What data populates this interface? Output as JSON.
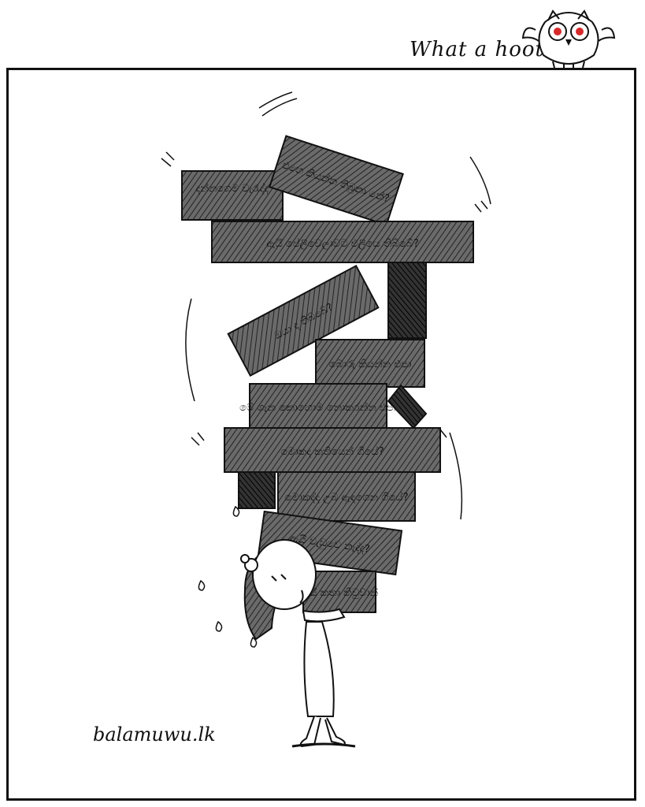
{
  "header": {
    "brand": "What a hoot",
    "mascot_icon": "owl-icon"
  },
  "comic": {
    "signature": "balamuwu.lk",
    "blocks": [
      {
        "text": "දන්නගෙම වැරැද්ද"
      },
      {
        "text": "එහෙ කියන්න තිබුනා නේ?"
      },
      {
        "text": "ඇයි පේලිවෙලාවට එලියෙ තිබ්බේ?"
      },
      {
        "text": "ඔයා ද තිබ්බේ?"
      },
      {
        "text": "බොරු කියන්න එපා"
      },
      {
        "text": "මේ ගැන කොහොම නොකරන්න එපා"
      },
      {
        "text": "මොකද කතියෙන් ගියේ?"
      },
      {
        "text": "මොකද්ද උබ ඇඳගෙන ගියේ?"
      },
      {
        "text": "ඇයි වැඩුවෙ නැද්ද?"
      },
      {
        "text": "ඇයි කතා කිවුවාන්"
      }
    ]
  },
  "colors": {
    "ink": "#111111",
    "paper": "#ffffff",
    "owl_eyes": "#d62a2a"
  }
}
